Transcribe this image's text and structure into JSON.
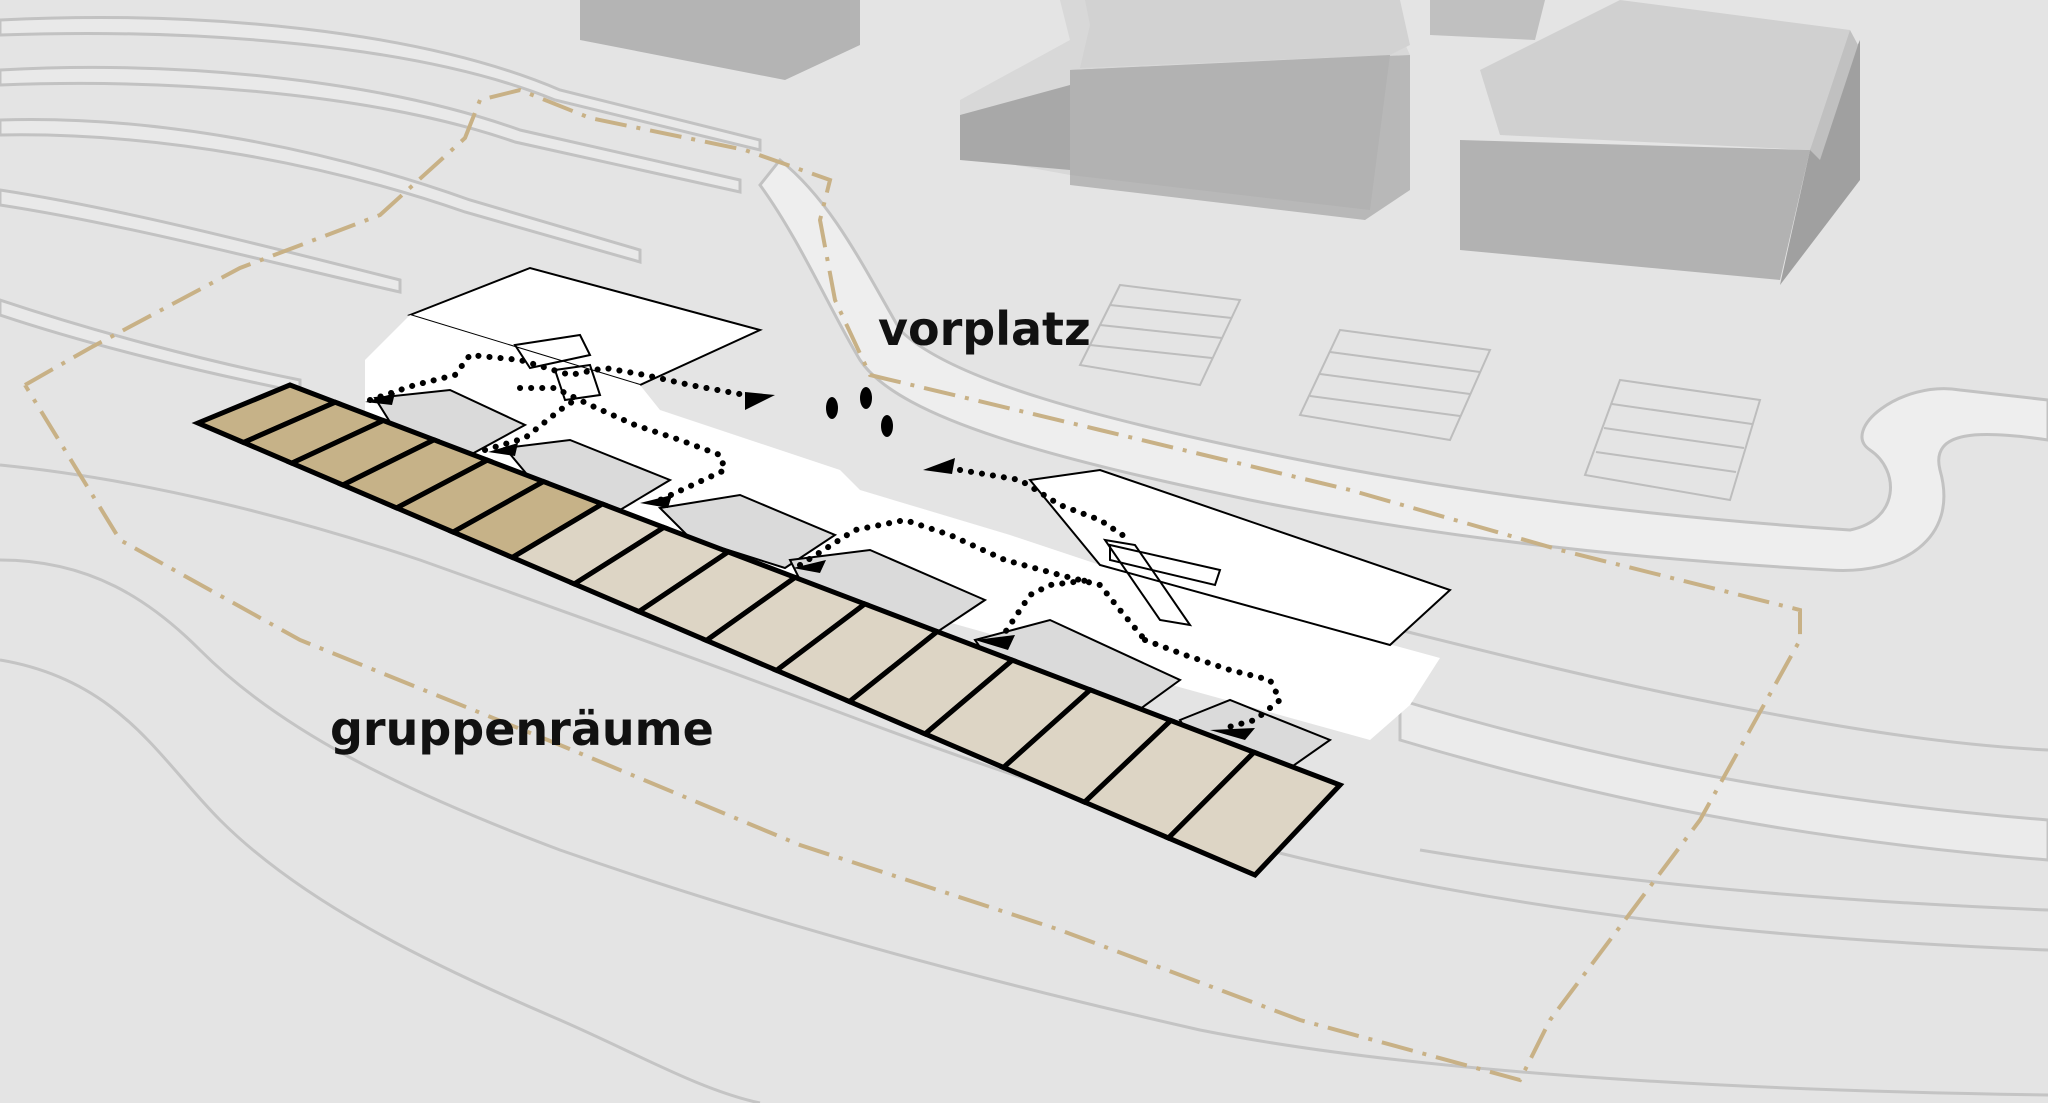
{
  "labels": {
    "vorplatz": "vorplatz",
    "gruppenraeume": "gruppenräume"
  },
  "colors": {
    "ground": "#e6e6e6",
    "ground_light": "#ededed",
    "terrace_edge": "#c4c4c4",
    "building_top": "#d3d3d3",
    "building_front": "#b4b4b4",
    "building_side": "#a4a4a4",
    "room_dark": "#c6b288",
    "room_light": "#ddd5c5",
    "room_outline": "#000000",
    "plot_boundary": "#c8b186",
    "path": "#000000",
    "plaza_white": "#ffffff"
  },
  "icons": {
    "people": "person-figure-icon",
    "direction": "arrow-head-icon"
  },
  "legend": {
    "room_count": 16,
    "highlighted_rooms": 6
  }
}
